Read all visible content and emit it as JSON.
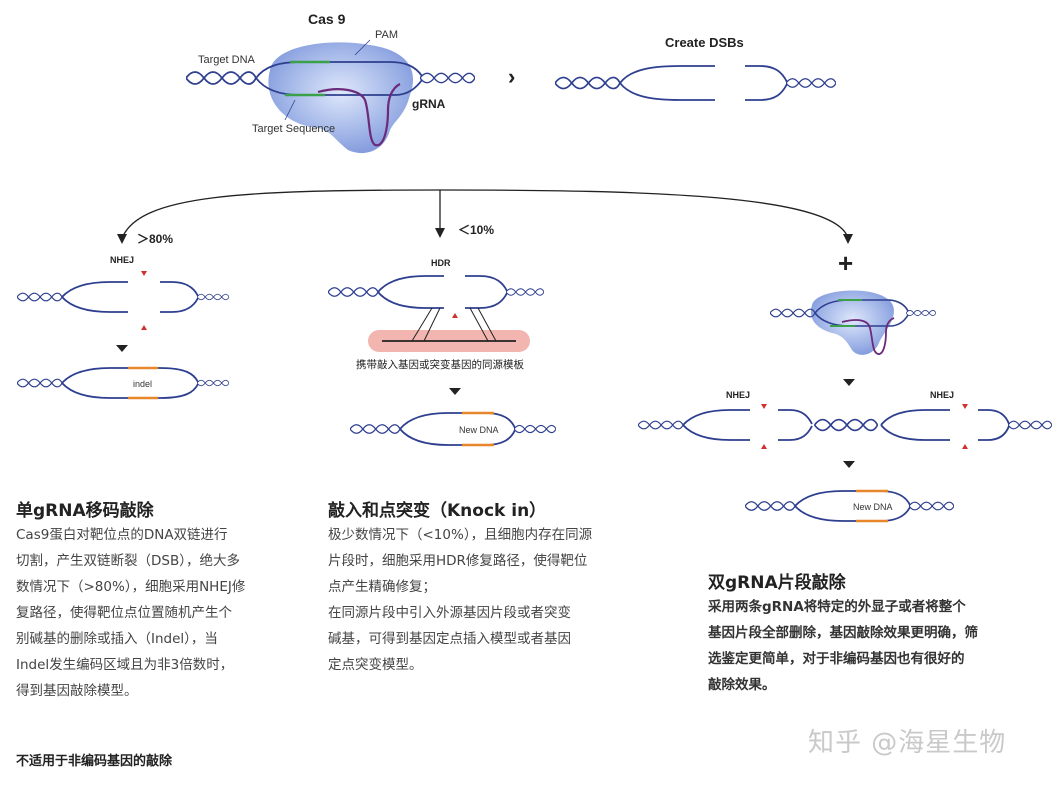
{
  "diagram": {
    "cas9_label": "Cas 9",
    "pam_label": "PAM",
    "target_dna_label": "Target DNA",
    "grna_label": "gRNA",
    "target_sequence_label": "Target Sequence",
    "create_dsbs_label": "Create DSBs",
    "nhej_pct": "＞80%",
    "hdr_pct": "＜10%",
    "nhej_label": "NHEJ",
    "hdr_label": "HDR",
    "indel_label": "indel",
    "template_label": "携带敲入基因或突变基因的同源模板",
    "new_dna_label": "New DNA",
    "plus_sign": "+",
    "arrow_glyph": "›"
  },
  "sections": {
    "single": {
      "title": "单gRNA移码敲除",
      "lines": [
        "Cas9蛋白对靶位点的DNA双链进行",
        "切割，产生双链断裂（DSB），绝大多",
        "数情况下（>80%），细胞采用NHEJ修",
        "复路径，使得靶位点位置随机产生个",
        "别碱基的删除或插入（Indel），当",
        "Indel发生编码区域且为非3倍数时，",
        "得到基因敲除模型。"
      ],
      "note": "不适用于非编码基因的敲除"
    },
    "knockin": {
      "title": "敲入和点突变（Knock in）",
      "lines": [
        "极少数情况下（<10%），且细胞内存在同源",
        "片段时，细胞采用HDR修复路径，使得靶位",
        "点产生精确修复；",
        "在同源片段中引入外源基因片段或者突变",
        "碱基，可得到基因定点插入模型或者基因",
        "定点突变模型。"
      ]
    },
    "dual": {
      "title": "双gRNA片段敲除",
      "lines": [
        "采用两条gRNA将特定的外显子或者将整个",
        "基因片段全部删除，基因敲除效果更明确，筛",
        "选鉴定更简单，对于非编码基因也有很好的",
        "敲除效果。"
      ]
    }
  },
  "watermark": "知乎 @海星生物",
  "colors": {
    "dna": "#2e3f8f",
    "green": "#3aa04a",
    "orange": "#e8862a",
    "red": "#d0312d",
    "purple": "#6b2a7a",
    "cas9": "#9fb3e6",
    "template_bg": "#f3b5b0"
  }
}
